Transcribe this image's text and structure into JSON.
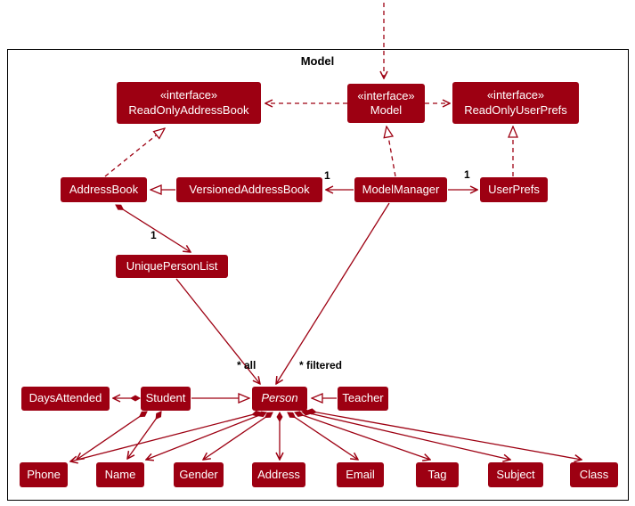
{
  "frame": {
    "title": "Model"
  },
  "colors": {
    "primary": "#9D0012",
    "box_text": "#ffffff",
    "frame_border": "#000000",
    "label_text": "#000000"
  },
  "boxes": {
    "readonly_address_book": {
      "stereotype": "«interface»",
      "name": "ReadOnlyAddressBook"
    },
    "model_interface": {
      "stereotype": "«interface»",
      "name": "Model"
    },
    "readonly_user_prefs": {
      "stereotype": "«interface»",
      "name": "ReadOnlyUserPrefs"
    },
    "address_book": {
      "name": "AddressBook"
    },
    "versioned_address_book": {
      "name": "VersionedAddressBook"
    },
    "model_manager": {
      "name": "ModelManager"
    },
    "user_prefs": {
      "name": "UserPrefs"
    },
    "unique_person_list": {
      "name": "UniquePersonList"
    },
    "days_attended": {
      "name": "DaysAttended"
    },
    "student": {
      "name": "Student"
    },
    "person": {
      "name": "Person"
    },
    "teacher": {
      "name": "Teacher"
    },
    "phone": {
      "name": "Phone"
    },
    "name": {
      "name": "Name"
    },
    "gender": {
      "name": "Gender"
    },
    "address": {
      "name": "Address"
    },
    "email": {
      "name": "Email"
    },
    "tag": {
      "name": "Tag"
    },
    "subject": {
      "name": "Subject"
    },
    "class": {
      "name": "Class"
    }
  },
  "edge_labels": {
    "versioned_address_book_multiplicity": "1",
    "user_prefs_multiplicity": "1",
    "unique_person_list_multiplicity": "1",
    "all_role": "* all",
    "filtered_role": "* filtered"
  }
}
